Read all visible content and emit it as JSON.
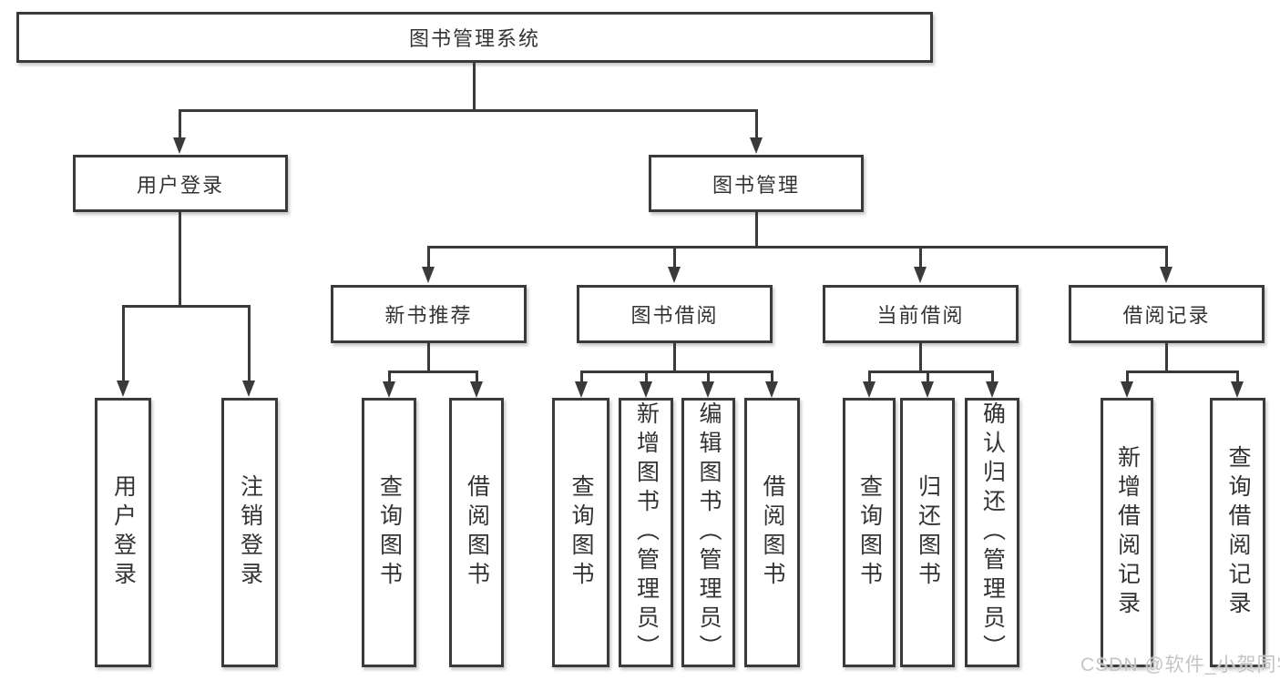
{
  "diagram": {
    "root": "图书管理系统",
    "level1": [
      "用户登录",
      "图书管理"
    ],
    "level2": [
      "新书推荐",
      "图书借阅",
      "当前借阅",
      "借阅记录"
    ],
    "leaves": {
      "user_login": [
        "用户登录",
        "注销登录"
      ],
      "new_books": [
        "查询图书",
        "借阅图书"
      ],
      "borrowing": [
        "查询图书",
        "新增图书（管理员）",
        "编辑图书（管理员）",
        "借阅图书"
      ],
      "current": [
        "查询图书",
        "归还图书",
        "确认归还（管理员）"
      ],
      "records": [
        "新增借阅记录",
        "查询借阅记录"
      ]
    },
    "watermark": "CSDN @软件_小贺同学",
    "colors": {
      "line": "#3a3a3a",
      "text": "#333333",
      "background": "#ffffff",
      "watermark": "#c4c4c4"
    }
  }
}
